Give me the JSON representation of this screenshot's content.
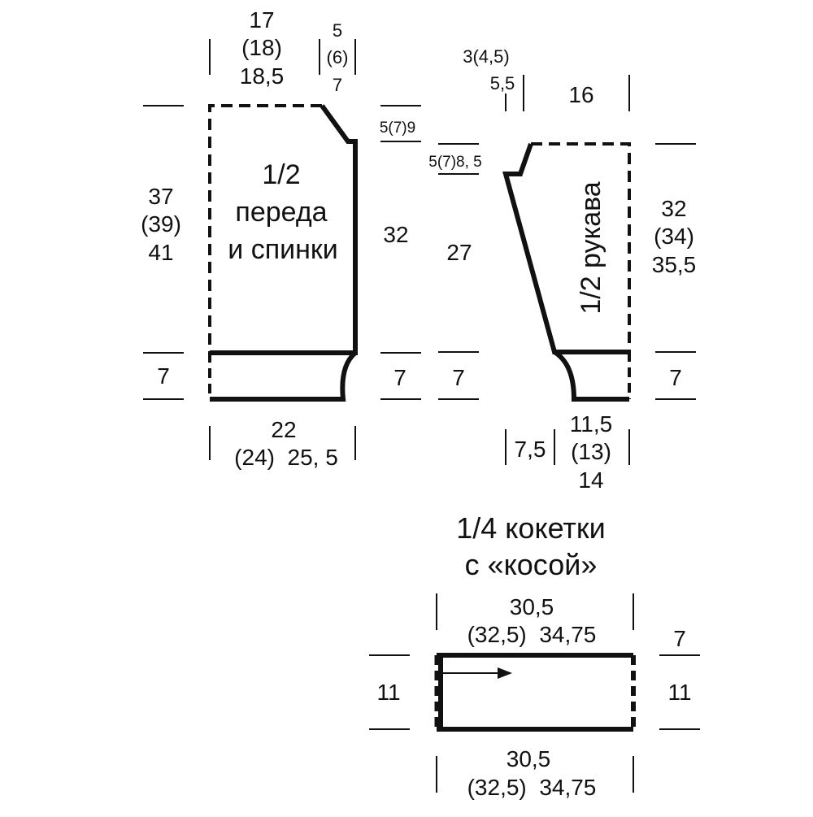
{
  "colors": {
    "ink": "#111111",
    "background": "#ffffff"
  },
  "body": {
    "title_line1": "1/2",
    "title_line2": "переда",
    "title_line3": "и спинки",
    "top_width": [
      "17",
      "(18)",
      "18,5"
    ],
    "shoulder": [
      "5",
      "(6)",
      "7"
    ],
    "shoulder_drop": "5(7)9",
    "height": [
      "37",
      "(39)",
      "41"
    ],
    "side_height": "32",
    "band_left": "7",
    "band_right": "7",
    "bottom_width_1": "22",
    "bottom_width_2": "(24)  25, 5"
  },
  "sleeve": {
    "title": "1/2 рукава",
    "top_offset_1": "3(4,5)",
    "top_offset_2": "5,5",
    "top_width": "16",
    "cap_drop": "5(7)8, 5",
    "height": [
      "32",
      "(34)",
      "35,5"
    ],
    "seam_height": "27",
    "band_left": "7",
    "band_right": "7",
    "bottom_offset": "7,5",
    "bottom_width": [
      "11,5",
      "(13)",
      "14"
    ]
  },
  "yoke": {
    "title_line1": "1/4 кокетки",
    "title_line2": "с «косой»",
    "top_width_1": "30,5",
    "top_width_2": "(32,5)  34,75",
    "bottom_width_1": "30,5",
    "bottom_width_2": "(32,5)  34,75",
    "height_left": "11",
    "height_right": "11",
    "corner": "7"
  }
}
